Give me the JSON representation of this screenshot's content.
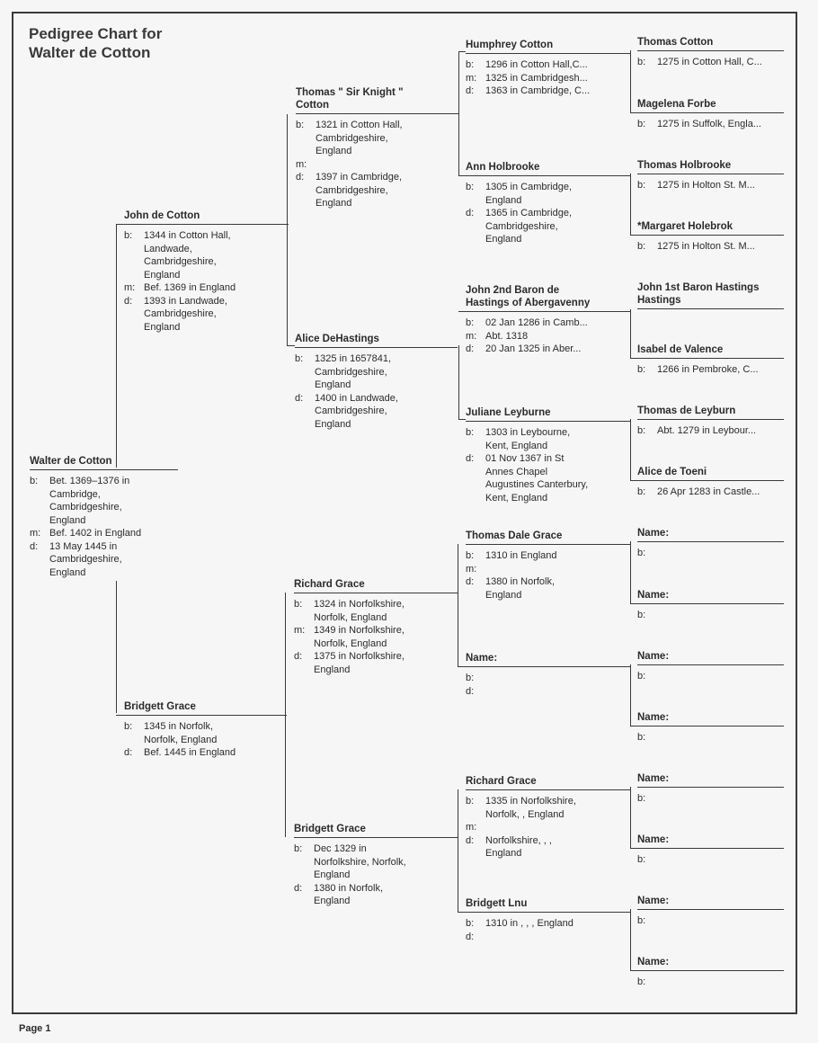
{
  "title": "Pedigree Chart for\nWalter de Cotton",
  "page_label": "Page 1",
  "persons": {
    "p1": {
      "name": "Walter de Cotton",
      "facts": [
        {
          "k": "b:",
          "v": "Bet. 1369–1376 in\nCambridge,\nCambridgeshire,\nEngland"
        },
        {
          "k": "m:",
          "v": "Bef. 1402 in England"
        },
        {
          "k": "d:",
          "v": "13 May 1445 in\nCambridgeshire,\nEngland"
        }
      ]
    },
    "p2": {
      "name": "John de Cotton",
      "facts": [
        {
          "k": "b:",
          "v": "1344 in Cotton Hall,\nLandwade,\nCambridgeshire,\nEngland"
        },
        {
          "k": "m:",
          "v": "Bef. 1369 in England"
        },
        {
          "k": "d:",
          "v": "1393 in Landwade,\nCambridgeshire,\nEngland"
        }
      ]
    },
    "p3": {
      "name": "Bridgett Grace",
      "facts": [
        {
          "k": "b:",
          "v": "1345 in Norfolk,\nNorfolk, England"
        },
        {
          "k": "d:",
          "v": "Bef. 1445 in England"
        }
      ]
    },
    "p4": {
      "name": "Thomas \" Sir Knight \"\nCotton",
      "facts": [
        {
          "k": "b:",
          "v": "1321 in Cotton Hall,\nCambridgeshire,\nEngland"
        },
        {
          "k": "m:",
          "v": ""
        },
        {
          "k": "d:",
          "v": "1397 in Cambridge,\nCambridgeshire,\nEngland"
        }
      ]
    },
    "p5": {
      "name": "Alice DeHastings",
      "facts": [
        {
          "k": "b:",
          "v": "1325 in 1657841,\nCambridgeshire,\nEngland"
        },
        {
          "k": "d:",
          "v": "1400 in Landwade,\nCambridgeshire,\nEngland"
        }
      ]
    },
    "p6": {
      "name": "Richard Grace",
      "facts": [
        {
          "k": "b:",
          "v": "1324 in Norfolkshire,\nNorfolk, England"
        },
        {
          "k": "m:",
          "v": "1349 in Norfolkshire,\nNorfolk, England"
        },
        {
          "k": "d:",
          "v": "1375 in Norfolkshire,\nEngland"
        }
      ]
    },
    "p7": {
      "name": "Bridgett Grace",
      "facts": [
        {
          "k": "b:",
          "v": "Dec 1329 in\nNorfolkshire, Norfolk,\nEngland"
        },
        {
          "k": "d:",
          "v": "1380 in Norfolk,\nEngland"
        }
      ]
    },
    "p8": {
      "name": "Humphrey Cotton",
      "facts": [
        {
          "k": "b:",
          "v": "1296 in Cotton Hall,C..."
        },
        {
          "k": "m:",
          "v": "1325 in Cambridgesh..."
        },
        {
          "k": "d:",
          "v": "1363 in Cambridge, C..."
        }
      ]
    },
    "p9": {
      "name": "Ann Holbrooke",
      "facts": [
        {
          "k": "b:",
          "v": "1305 in Cambridge,\nEngland"
        },
        {
          "k": "d:",
          "v": "1365 in Cambridge,\nCambridgeshire,\nEngland"
        }
      ]
    },
    "p10": {
      "name": "John 2nd Baron de\nHastings of Abergavenny",
      "facts": [
        {
          "k": "b:",
          "v": "02 Jan 1286 in Camb..."
        },
        {
          "k": "m:",
          "v": "Abt. 1318"
        },
        {
          "k": "d:",
          "v": "20 Jan 1325 in Aber..."
        }
      ]
    },
    "p11": {
      "name": "Juliane Leyburne",
      "facts": [
        {
          "k": "b:",
          "v": "1303 in Leybourne,\nKent, England"
        },
        {
          "k": "d:",
          "v": "01 Nov 1367 in St\nAnnes Chapel\nAugustines Canterbury,\nKent, England"
        }
      ]
    },
    "p12": {
      "name": "Thomas Dale Grace",
      "facts": [
        {
          "k": "b:",
          "v": "1310 in England"
        },
        {
          "k": "m:",
          "v": ""
        },
        {
          "k": "d:",
          "v": "1380 in Norfolk,\nEngland"
        }
      ]
    },
    "p13": {
      "name": "Name:",
      "facts": [
        {
          "k": "b:",
          "v": ""
        },
        {
          "k": "d:",
          "v": ""
        }
      ]
    },
    "p14": {
      "name": "Richard Grace",
      "facts": [
        {
          "k": "b:",
          "v": "1335 in Norfolkshire,\nNorfolk, , England"
        },
        {
          "k": "m:",
          "v": ""
        },
        {
          "k": "d:",
          "v": "Norfolkshire, , ,\nEngland"
        }
      ]
    },
    "p15": {
      "name": "Bridgett Lnu",
      "facts": [
        {
          "k": "b:",
          "v": "1310 in , , , England"
        },
        {
          "k": "d:",
          "v": ""
        }
      ]
    },
    "p16": {
      "name": "Thomas Cotton",
      "facts": [
        {
          "k": "b:",
          "v": "1275 in Cotton Hall, C..."
        }
      ]
    },
    "p17": {
      "name": "Magelena Forbe",
      "facts": [
        {
          "k": "b:",
          "v": "1275 in Suffolk, Engla..."
        }
      ]
    },
    "p18": {
      "name": "Thomas Holbrooke",
      "facts": [
        {
          "k": "b:",
          "v": "1275 in Holton St. M..."
        }
      ]
    },
    "p19": {
      "name": "*Margaret Holebrok",
      "facts": [
        {
          "k": "b:",
          "v": "1275 in Holton St. M..."
        }
      ]
    },
    "p20": {
      "name": "John 1st Baron Hastings\nHastings",
      "facts": []
    },
    "p21": {
      "name": "Isabel de Valence",
      "facts": [
        {
          "k": "b:",
          "v": "1266 in Pembroke, C..."
        }
      ]
    },
    "p22": {
      "name": "Thomas de Leyburn",
      "facts": [
        {
          "k": "b:",
          "v": "Abt. 1279 in Leybour..."
        }
      ]
    },
    "p23": {
      "name": "Alice de Toeni",
      "facts": [
        {
          "k": "b:",
          "v": "26 Apr 1283 in Castle..."
        }
      ]
    },
    "p24": {
      "name": "Name:",
      "facts": [
        {
          "k": "b:",
          "v": ""
        }
      ]
    },
    "p25": {
      "name": "Name:",
      "facts": [
        {
          "k": "b:",
          "v": ""
        }
      ]
    },
    "p26": {
      "name": "Name:",
      "facts": [
        {
          "k": "b:",
          "v": ""
        }
      ]
    },
    "p27": {
      "name": "Name:",
      "facts": [
        {
          "k": "b:",
          "v": ""
        }
      ]
    },
    "p28": {
      "name": "Name:",
      "facts": [
        {
          "k": "b:",
          "v": ""
        }
      ]
    },
    "p29": {
      "name": "Name:",
      "facts": [
        {
          "k": "b:",
          "v": ""
        }
      ]
    },
    "p30": {
      "name": "Name:",
      "facts": [
        {
          "k": "b:",
          "v": ""
        }
      ]
    },
    "p31": {
      "name": "Name:",
      "facts": [
        {
          "k": "b:",
          "v": ""
        }
      ]
    }
  }
}
